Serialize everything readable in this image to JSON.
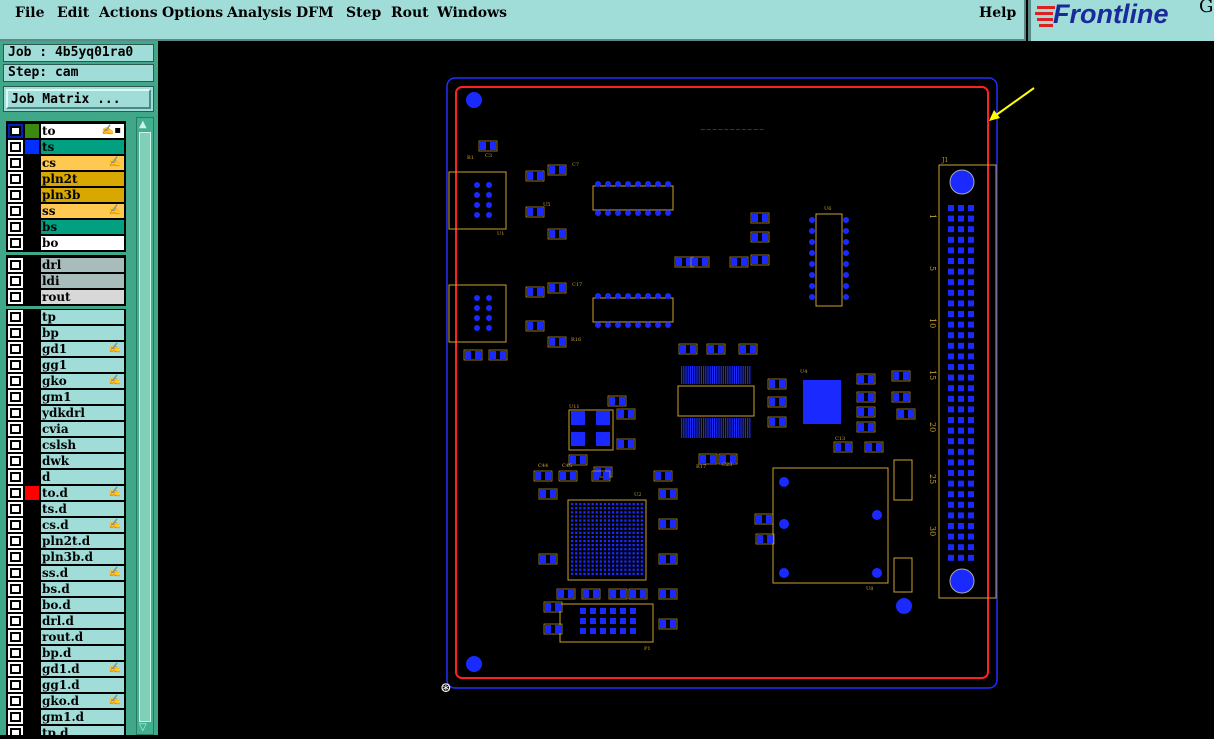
{
  "menu": [
    "File",
    "Edit",
    "Actions",
    "Options",
    "Analysis",
    "DFM",
    "Step",
    "Rout",
    "Windows"
  ],
  "help": "Help",
  "logo": {
    "text": "Frontline",
    "suffix": "G"
  },
  "job": "Job : 4b5yq01ra0",
  "step": "Step: cam",
  "job_matrix": "Job Matrix ...",
  "layers": [
    {
      "name": "to",
      "color": "#ffffff",
      "swatch": "#3a8a10",
      "edit": true,
      "active": true
    },
    {
      "name": "ts",
      "color": "#00a080",
      "swatch": "#0030ff"
    },
    {
      "name": "cs",
      "color": "#ffc850",
      "edit": true
    },
    {
      "name": "pln2t",
      "color": "#d8a800"
    },
    {
      "name": "pln3b",
      "color": "#d8a800"
    },
    {
      "name": "ss",
      "color": "#ffc850",
      "edit": true
    },
    {
      "name": "bs",
      "color": "#00a080"
    },
    {
      "name": "bo",
      "color": "#ffffff"
    },
    {
      "name": "drl",
      "color": "#a8bcbc"
    },
    {
      "name": "ldi",
      "color": "#a8bcbc"
    },
    {
      "name": "rout",
      "color": "#d8d8d8"
    },
    {
      "name": "tp",
      "color": "#a0dcd8"
    },
    {
      "name": "bp",
      "color": "#a0dcd8"
    },
    {
      "name": "gd1",
      "color": "#a0dcd8",
      "edit": true
    },
    {
      "name": "gg1",
      "color": "#a0dcd8"
    },
    {
      "name": "gko",
      "color": "#a0dcd8",
      "edit": true
    },
    {
      "name": "gm1",
      "color": "#a0dcd8"
    },
    {
      "name": "ydkdrl",
      "color": "#a0dcd8"
    },
    {
      "name": "cvia",
      "color": "#a0dcd8"
    },
    {
      "name": "cslsh",
      "color": "#a0dcd8"
    },
    {
      "name": "dwk",
      "color": "#a0dcd8"
    },
    {
      "name": "d",
      "color": "#a0dcd8"
    },
    {
      "name": "to.d",
      "color": "#a0dcd8",
      "swatch": "#ff0000",
      "edit": true
    },
    {
      "name": "ts.d",
      "color": "#a0dcd8"
    },
    {
      "name": "cs.d",
      "color": "#a0dcd8",
      "edit": true
    },
    {
      "name": "pln2t.d",
      "color": "#a0dcd8"
    },
    {
      "name": "pln3b.d",
      "color": "#a0dcd8"
    },
    {
      "name": "ss.d",
      "color": "#a0dcd8",
      "edit": true
    },
    {
      "name": "bs.d",
      "color": "#a0dcd8"
    },
    {
      "name": "bo.d",
      "color": "#a0dcd8"
    },
    {
      "name": "drl.d",
      "color": "#a0dcd8"
    },
    {
      "name": "rout.d",
      "color": "#a0dcd8"
    },
    {
      "name": "bp.d",
      "color": "#a0dcd8"
    },
    {
      "name": "gd1.d",
      "color": "#a0dcd8",
      "edit": true
    },
    {
      "name": "gg1.d",
      "color": "#a0dcd8"
    },
    {
      "name": "gko.d",
      "color": "#a0dcd8",
      "edit": true
    },
    {
      "name": "gm1.d",
      "color": "#a0dcd8"
    },
    {
      "name": "tp.d",
      "color": "#a0dcd8"
    }
  ],
  "board": {
    "connector_label": "J1",
    "pin_numbers": [
      "1",
      "5",
      "10",
      "15",
      "20",
      "25",
      "30"
    ],
    "designators": [
      "U1",
      "U5",
      "U6",
      "U11",
      "U2",
      "U4",
      "U8",
      "P1",
      "R1",
      "C3",
      "C7",
      "C17",
      "R16",
      "R17",
      "C23",
      "C44",
      "C45",
      "C13"
    ]
  },
  "colors": {
    "pad": "#1a2aff",
    "outline": "#c8a030",
    "route": "#ff2020",
    "profile": "#2030ff",
    "arrow": "#ffff00"
  }
}
